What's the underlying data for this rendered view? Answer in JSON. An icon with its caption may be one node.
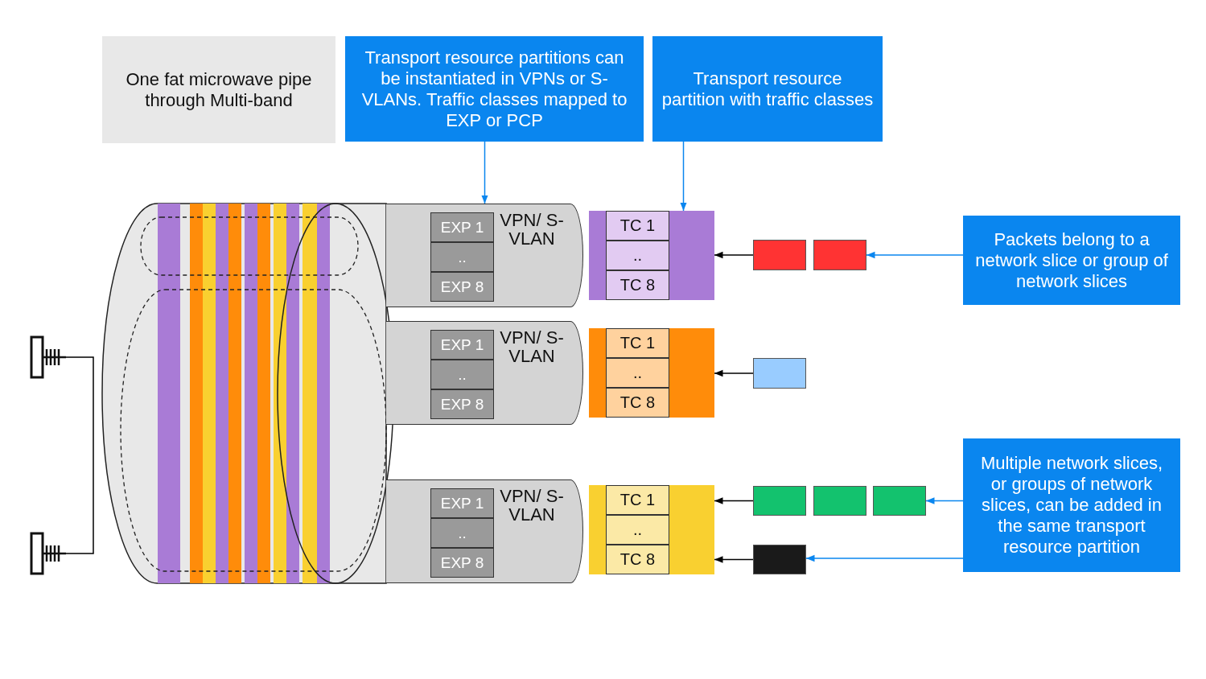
{
  "diagram": {
    "nodes": [
      {
        "text": [
          "One fat microwave pipe through Multi-band"
        ]
      },
      {
        "text": [
          "Transport resource partitions can be instantiated in VPNs or S-VLANs. Traffic classes mapped to EXP or PCP"
        ]
      },
      {
        "text": [
          "Transport resource partition with traffic classes"
        ]
      },
      {
        "text": [
          "Packets belong to a network slice or group of network slices"
        ]
      },
      {
        "text": [
          "Multiple network slices, or groups of network slices, can be added in the same transport resource partition"
        ]
      },
      {
        "text": [
          "VPN/ S-VLAN"
        ]
      },
      {
        "text": [
          "EXP 1"
        ],
        "in": 5
      },
      {
        "text": [
          ".."
        ],
        "in": 5
      },
      {
        "text": [
          "EXP 8"
        ],
        "in": 5
      },
      {
        "text": [],
        "shape": "bar"
      },
      {
        "text": [
          "TC 1"
        ],
        "in": 9
      },
      {
        "text": [
          ".."
        ],
        "in": 9
      },
      {
        "text": [
          "TC 8"
        ],
        "in": 9
      },
      {
        "text": [
          "VPN/ S-VLAN"
        ]
      },
      {
        "text": [
          "EXP 1"
        ],
        "in": 13
      },
      {
        "text": [
          ".."
        ],
        "in": 13
      },
      {
        "text": [
          "EXP 8"
        ],
        "in": 13
      },
      {
        "text": [],
        "shape": "bar"
      },
      {
        "text": [
          "TC 1"
        ],
        "in": 17
      },
      {
        "text": [
          ".."
        ],
        "in": 17
      },
      {
        "text": [
          "TC 8"
        ],
        "in": 17
      },
      {
        "text": [
          "VPN/ S-VLAN"
        ]
      },
      {
        "text": [
          "EXP 1"
        ],
        "in": 21
      },
      {
        "text": [
          ".."
        ],
        "in": 21
      },
      {
        "text": [
          "EXP 8"
        ],
        "in": 21
      },
      {
        "text": [],
        "shape": "bar"
      },
      {
        "text": [
          "TC 1"
        ],
        "in": 25
      },
      {
        "text": [
          ".."
        ],
        "in": 25
      },
      {
        "text": [
          "TC 8"
        ],
        "in": 25
      },
      {
        "text": [],
        "shape": "box"
      },
      {
        "text": [],
        "shape": "box"
      },
      {
        "text": [],
        "shape": "box"
      },
      {
        "text": [],
        "shape": "box"
      },
      {
        "text": [],
        "shape": "box"
      },
      {
        "text": [],
        "shape": "box"
      },
      {
        "text": [],
        "shape": "box"
      },
      {
        "text": [],
        "shape": "picture"
      },
      {
        "text": [],
        "shape": "picture"
      }
    ],
    "edges": [
      {
        "from": 1,
        "to": 5,
        "arrow": "to"
      },
      {
        "from": 2,
        "to": 9,
        "arrow": "to"
      },
      {
        "from": 29,
        "to": 9,
        "arrow": "to",
        "color": "#000000"
      },
      {
        "from": 3,
        "to": 30,
        "arrow": "to"
      },
      {
        "from": 31,
        "to": 17,
        "arrow": "to",
        "color": "#000000"
      },
      {
        "from": 32,
        "to": 25,
        "arrow": "to",
        "color": "#000000"
      },
      {
        "from": 35,
        "to": 25,
        "arrow": "to",
        "color": "#000000"
      },
      {
        "from": 4,
        "to": 34,
        "arrow": "to"
      },
      {
        "from": 4,
        "to": 35,
        "arrow": "to"
      },
      {
        "from": 36,
        "to": 37,
        "arrow": "none",
        "color": "#000000"
      }
    ]
  }
}
